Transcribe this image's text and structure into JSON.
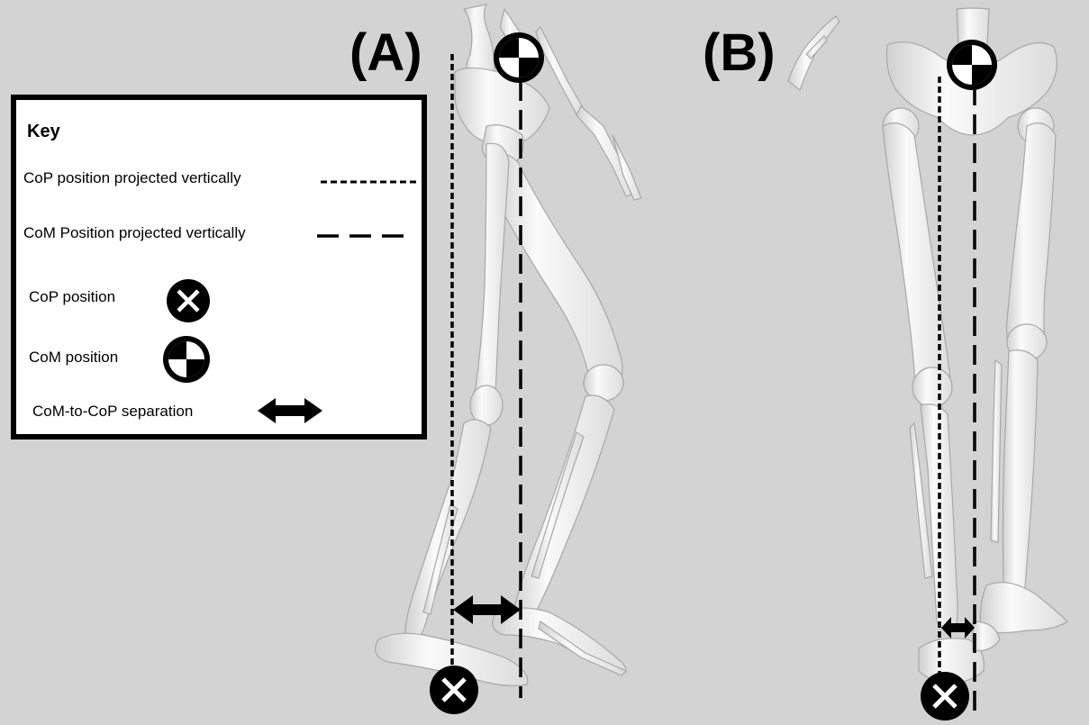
{
  "panels": {
    "a_label": "(A)",
    "b_label": "(B)"
  },
  "key": {
    "title": "Key",
    "cop_line": "CoP position projected vertically",
    "com_line": "CoM Position projected vertically",
    "cop_position": "CoP position",
    "com_position": "CoM position",
    "separation": "CoM-to-CoP separation"
  },
  "colors": {
    "background": "#d3d3d3",
    "bone": "#f4f4f4",
    "bone_shadow": "#c9c9c9",
    "marker": "#000000"
  },
  "icons": [
    "cop-marker-icon",
    "com-marker-icon",
    "double-arrow-icon"
  ]
}
